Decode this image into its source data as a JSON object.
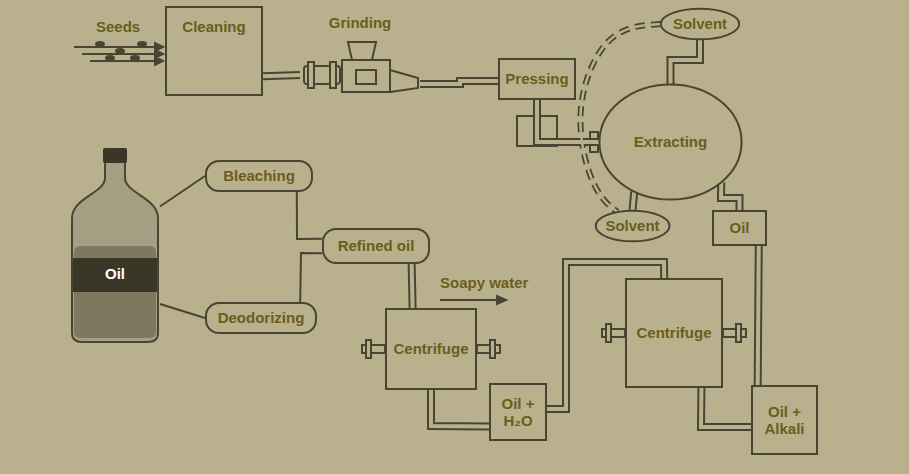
{
  "diagram": {
    "nodes": [
      {
        "text": [
          "Cleaning"
        ]
      },
      {
        "text": [
          "Grinding"
        ]
      },
      {
        "text": [
          "Pressing"
        ]
      },
      {
        "text": [
          "Extracting"
        ]
      },
      {
        "text": [
          "Solvent"
        ]
      },
      {
        "text": [
          "Solvent"
        ]
      },
      {
        "text": [
          "Oil"
        ]
      },
      {
        "text": [
          "Oil + Alkali"
        ]
      },
      {
        "text": [
          "Centrifuge"
        ]
      },
      {
        "text": [
          "Oil + H₂O"
        ]
      },
      {
        "text": [
          "Centrifuge"
        ]
      },
      {
        "text": [
          "Refined oil"
        ]
      },
      {
        "text": [
          "Bleaching"
        ]
      },
      {
        "text": [
          "Deodorizing"
        ]
      },
      {
        "text": [
          "Oil"
        ]
      }
    ],
    "edges": [
      {
        "from": 0,
        "to": 1,
        "arrow": "none"
      },
      {
        "from": 1,
        "to": 2,
        "arrow": "none"
      },
      {
        "from": 2,
        "to": 3,
        "arrow": "none"
      },
      {
        "from": 4,
        "to": 3,
        "arrow": "none"
      },
      {
        "from": 4,
        "to": 5,
        "arrow": "none"
      },
      {
        "from": 3,
        "to": 5,
        "arrow": "none"
      },
      {
        "from": 3,
        "to": 6,
        "arrow": "none"
      },
      {
        "from": 6,
        "to": 7,
        "arrow": "none"
      },
      {
        "from": 7,
        "to": 8,
        "arrow": "none"
      },
      {
        "from": 8,
        "to": 9,
        "arrow": "none"
      },
      {
        "from": 9,
        "to": 10,
        "arrow": "none"
      },
      {
        "from": 10,
        "to": 11,
        "arrow": "none"
      },
      {
        "from": 11,
        "to": 12,
        "arrow": "none"
      },
      {
        "from": 11,
        "to": 13,
        "arrow": "none"
      },
      {
        "from": 12,
        "to": 14,
        "arrow": "none"
      },
      {
        "from": 13,
        "to": 14,
        "arrow": "none"
      }
    ],
    "labels": [
      "Seeds",
      "Soapy water"
    ]
  }
}
